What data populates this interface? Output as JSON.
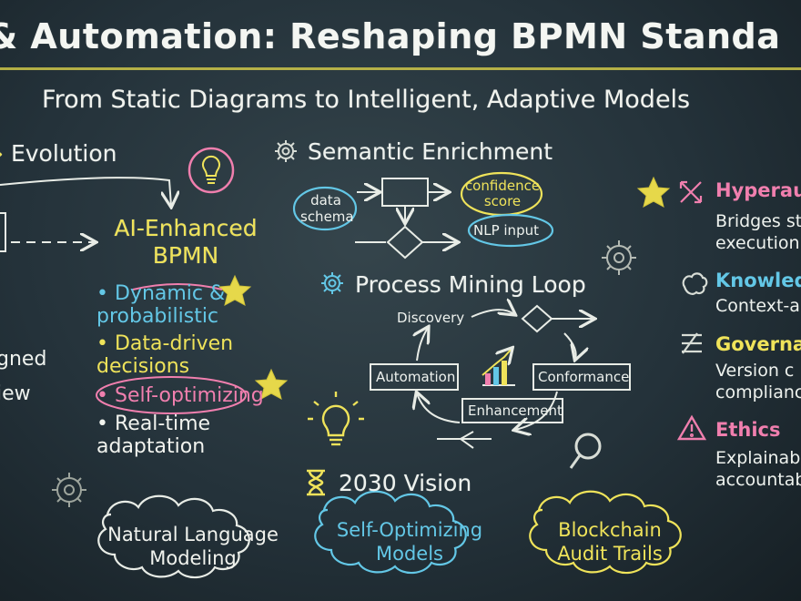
{
  "title": "& Automation: Reshaping BPMN Standa",
  "subtitle": "From Static Diagrams to Intelligent, Adaptive Models",
  "evolution": {
    "heading": "Evolution",
    "left_fragments": [
      "gned",
      "iew"
    ],
    "ai_title": "AI-Enhanced BPMN",
    "bullets": [
      {
        "text": "Dynamic & probabilistic",
        "color": "#63c7e6"
      },
      {
        "text": "Data-driven decisions",
        "color": "#efe35a"
      },
      {
        "text": "Self-optimizing",
        "color": "#f07fae"
      },
      {
        "text": "Real-time adaptation",
        "color": "#f1f3ee"
      }
    ]
  },
  "semantic": {
    "heading": "Semantic Enrichment",
    "data_schema": "data schema",
    "confidence": "confidence score",
    "nlp": "NLP input"
  },
  "mining": {
    "heading": "Process Mining Loop",
    "discovery": "Discovery",
    "automation": "Automation",
    "conformance": "Conformance",
    "enhancement": "Enhancement"
  },
  "right_panel": [
    {
      "title": "Hyperau",
      "desc": [
        "Bridges st",
        "execution"
      ],
      "color": "#f07fae",
      "icon": "hyperautomation-icon"
    },
    {
      "title": "Knowled",
      "desc": [
        "Context-a"
      ],
      "color": "#63c7e6",
      "icon": "brain-icon"
    },
    {
      "title": "Governa",
      "desc": [
        "Version c",
        "complianc"
      ],
      "color": "#efe35a",
      "icon": "governance-icon"
    },
    {
      "title": "Ethics",
      "desc": [
        "Explainab",
        "accountab"
      ],
      "color": "#f07fae",
      "icon": "warning-icon"
    }
  ],
  "vision": {
    "heading": "2030 Vision",
    "clouds": [
      {
        "text": "Natural Language Modeling",
        "color": "#f1f3ee"
      },
      {
        "text": "Self-Optimizing Models",
        "color": "#63c7e6"
      },
      {
        "text": "Blockchain Audit Trails",
        "color": "#efe35a"
      }
    ]
  }
}
